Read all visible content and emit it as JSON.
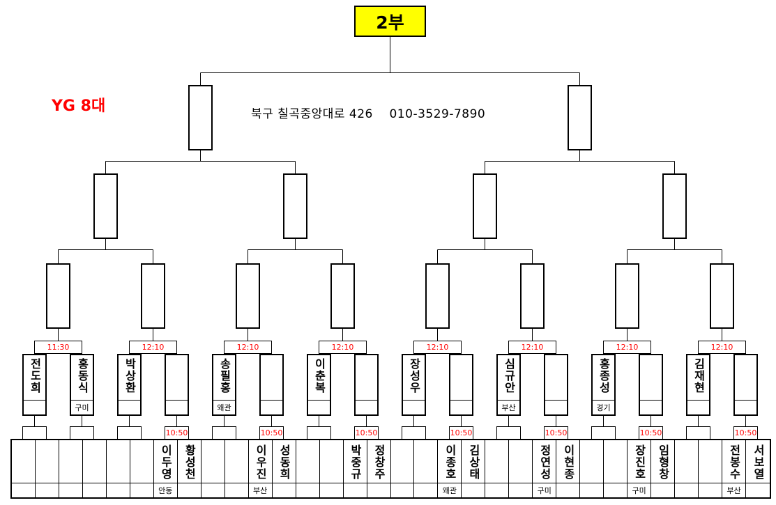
{
  "title": "2부",
  "group_label": "YG 8대",
  "address": "북구 칠곡중앙대로 426    010-3529-7890",
  "time_color": "#ff0000",
  "title_color": "#ffff00",
  "round_times": [
    "11:30",
    "12:10",
    "12:10",
    "12:10",
    "12:10",
    "12:10",
    "12:10",
    "12:10"
  ],
  "players": [
    {
      "name": "전도희",
      "region": ""
    },
    {
      "name": "홍동식",
      "region": "구미"
    },
    {
      "name": "박상환",
      "region": ""
    },
    {
      "name": "",
      "region": ""
    },
    {
      "name": "송필홍",
      "region": "왜관"
    },
    {
      "name": "",
      "region": ""
    },
    {
      "name": "이춘복",
      "region": ""
    },
    {
      "name": "",
      "region": ""
    },
    {
      "name": "장성우",
      "region": ""
    },
    {
      "name": "",
      "region": ""
    },
    {
      "name": "심규안",
      "region": "부산"
    },
    {
      "name": "",
      "region": ""
    },
    {
      "name": "홍종성",
      "region": "경기"
    },
    {
      "name": "",
      "region": ""
    },
    {
      "name": "김재현",
      "region": ""
    },
    {
      "name": "",
      "region": ""
    }
  ],
  "prelim_times": [
    "",
    "",
    "",
    "10:50",
    "",
    "10:50",
    "",
    "10:50",
    "",
    "10:50",
    "",
    "10:50",
    "",
    "10:50",
    "",
    "10:50"
  ],
  "prelim_players": [
    {
      "name": "",
      "region": ""
    },
    {
      "name": "",
      "region": ""
    },
    {
      "name": "",
      "region": ""
    },
    {
      "name": "",
      "region": ""
    },
    {
      "name": "",
      "region": ""
    },
    {
      "name": "",
      "region": ""
    },
    {
      "name": "이두영",
      "region": "안동"
    },
    {
      "name": "황성천",
      "region": ""
    },
    {
      "name": "",
      "region": ""
    },
    {
      "name": "",
      "region": ""
    },
    {
      "name": "이우진",
      "region": "부산"
    },
    {
      "name": "성동희",
      "region": ""
    },
    {
      "name": "",
      "region": ""
    },
    {
      "name": "",
      "region": ""
    },
    {
      "name": "박중규",
      "region": ""
    },
    {
      "name": "정창주",
      "region": ""
    },
    {
      "name": "",
      "region": ""
    },
    {
      "name": "",
      "region": ""
    },
    {
      "name": "이종호",
      "region": "왜관"
    },
    {
      "name": "김상태",
      "region": ""
    },
    {
      "name": "",
      "region": ""
    },
    {
      "name": "",
      "region": ""
    },
    {
      "name": "정연성",
      "region": "구미"
    },
    {
      "name": "이현종",
      "region": ""
    },
    {
      "name": "",
      "region": ""
    },
    {
      "name": "",
      "region": ""
    },
    {
      "name": "장진호",
      "region": "구미"
    },
    {
      "name": "임형창",
      "region": ""
    },
    {
      "name": "",
      "region": ""
    },
    {
      "name": "",
      "region": ""
    },
    {
      "name": "전봉수",
      "region": "부산"
    },
    {
      "name": "서보열",
      "region": ""
    }
  ]
}
